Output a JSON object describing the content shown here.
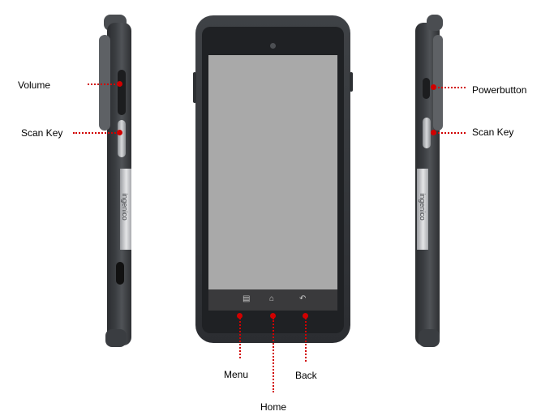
{
  "labels": {
    "volume": "Volume",
    "scan_key_left": "Scan Key",
    "power_button": "Powerbutton",
    "scan_key_right": "Scan Key",
    "menu": "Menu",
    "home": "Home",
    "back": "Back"
  },
  "brand_text": "ingenico",
  "colors": {
    "leader_line": "#d10000",
    "device_body": "#2b2d30",
    "screen": "#a9a9a9"
  },
  "icons": {
    "menu": "menu-bars-icon",
    "home": "home-icon",
    "back": "back-arrow-icon"
  }
}
